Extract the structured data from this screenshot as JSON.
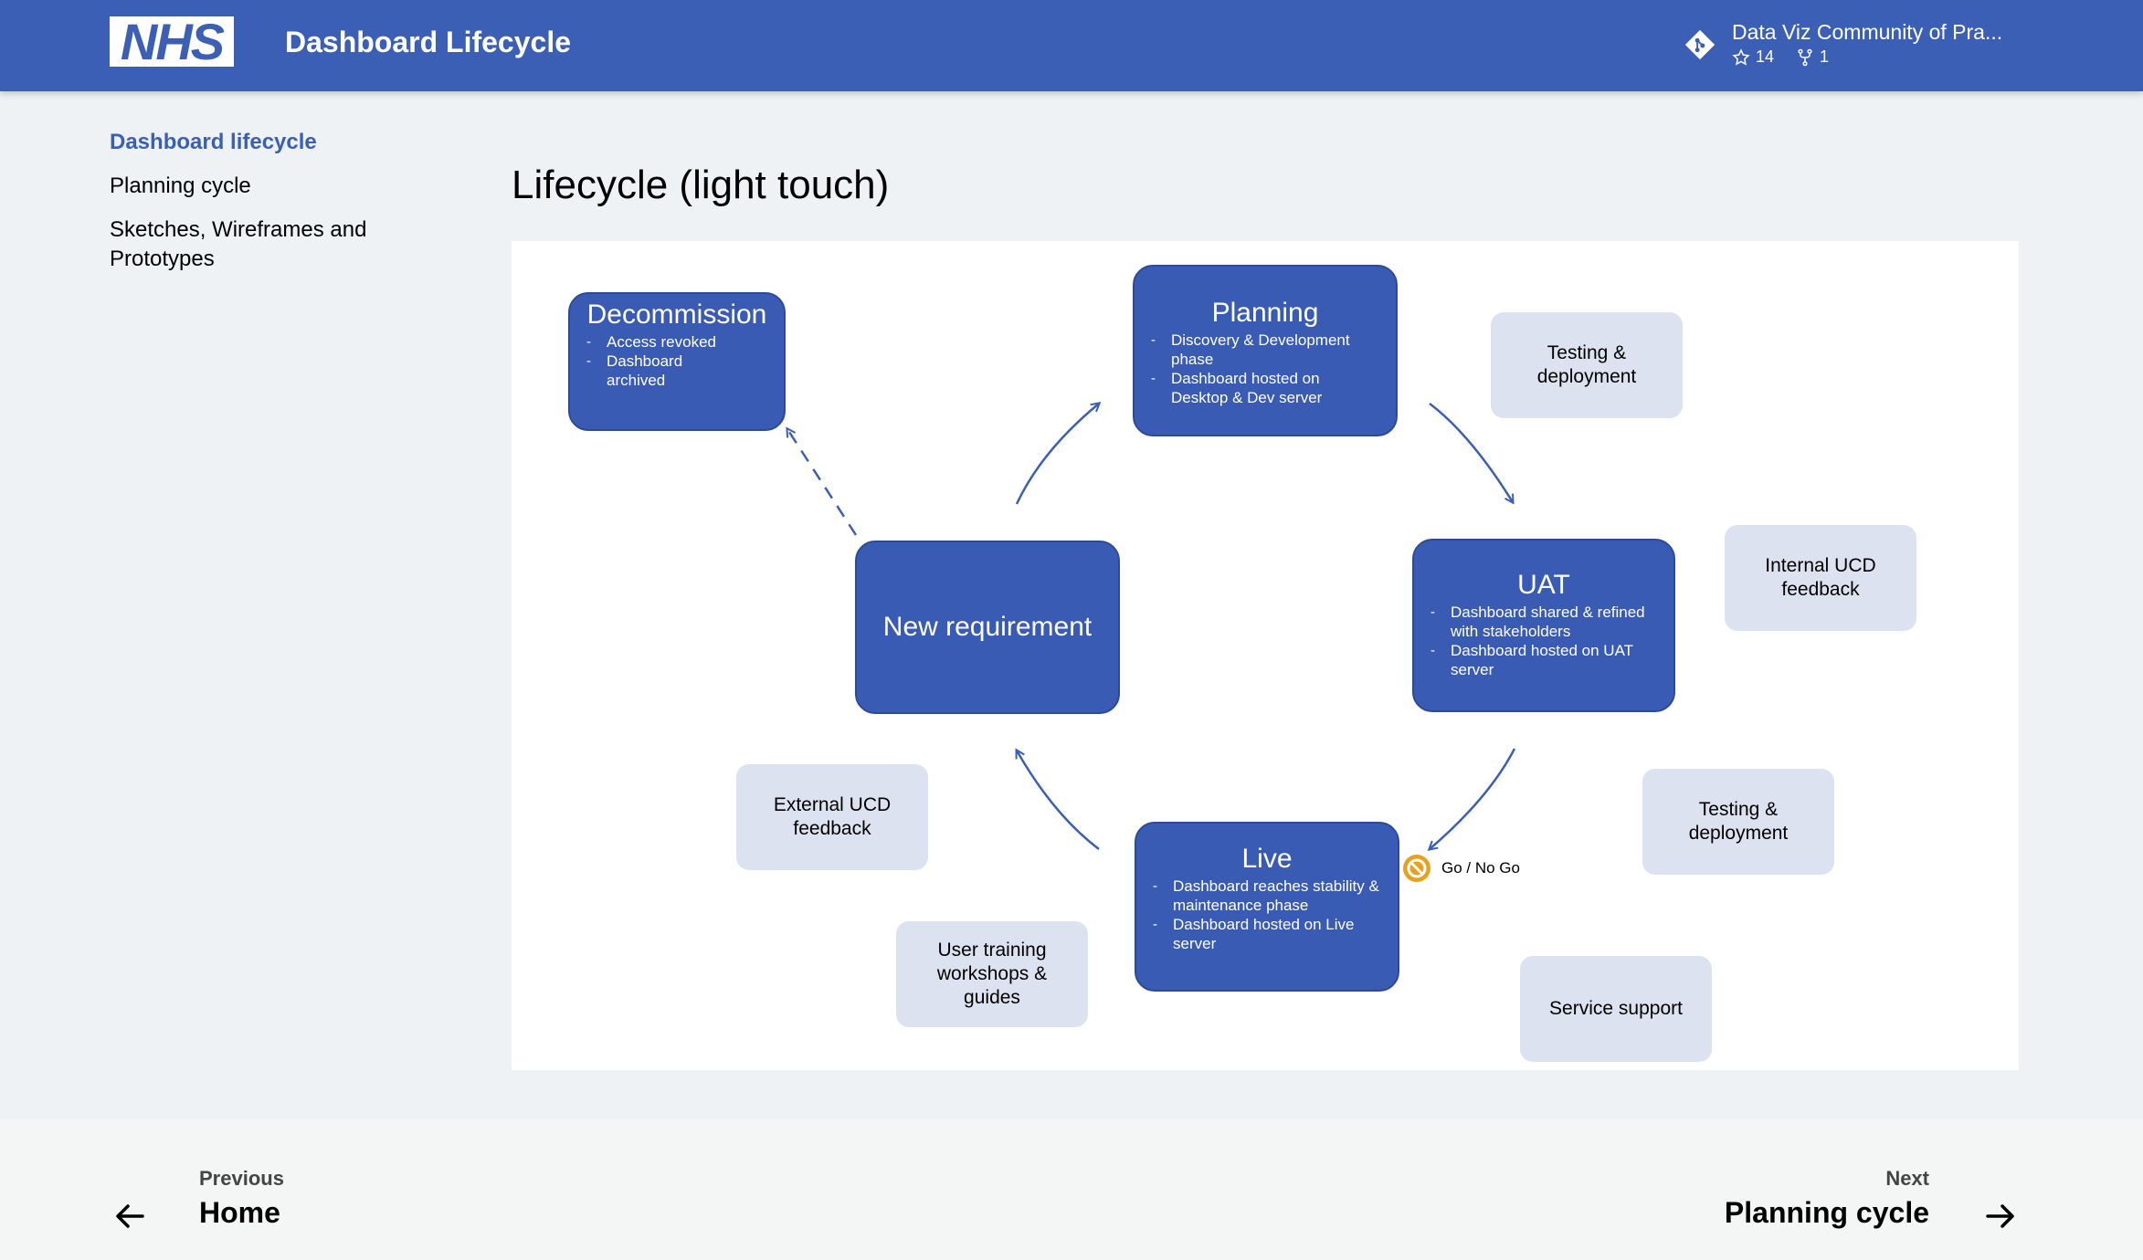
{
  "header": {
    "logo_text": "NHS",
    "title": "Dashboard Lifecycle",
    "repo_name": "Data Viz Community of Pra...",
    "stars": "14",
    "forks": "1"
  },
  "sidebar": {
    "items": [
      {
        "label": "Dashboard lifecycle",
        "active": true
      },
      {
        "label": "Planning cycle",
        "active": false
      },
      {
        "label": "Sketches, Wireframes and Prototypes",
        "active": false
      }
    ]
  },
  "main": {
    "title": "Lifecycle (light touch)"
  },
  "diagram": {
    "decommission": {
      "title": "Decommission",
      "bullets": [
        "Access revoked",
        "Dashboard archived"
      ]
    },
    "planning": {
      "title": "Planning",
      "bullets": [
        "Discovery & Development phase",
        "Dashboard hosted on Desktop & Dev server"
      ]
    },
    "uat": {
      "title": "UAT",
      "bullets": [
        "Dashboard shared & refined with stakeholders",
        "Dashboard hosted on UAT server"
      ]
    },
    "live": {
      "title": "Live",
      "bullets": [
        "Dashboard reaches stability & maintenance phase",
        "Dashboard hosted on Live server"
      ]
    },
    "new_requirement": {
      "title": "New requirement"
    },
    "notes": {
      "testing_1": "Testing & deployment",
      "internal_ucd": "Internal UCD feedback",
      "testing_2": "Testing & deployment",
      "service_support": "Service support",
      "external_ucd": "External UCD feedback",
      "user_training": "User training workshops & guides"
    },
    "gonogo": "Go / No Go",
    "colors": {
      "box": "#3a5bb4",
      "note": "#dde2f0",
      "arrow": "#3c5fb6",
      "warning": "#e6a21e"
    }
  },
  "footer": {
    "prev_label": "Previous",
    "prev_title": "Home",
    "next_label": "Next",
    "next_title": "Planning cycle"
  }
}
